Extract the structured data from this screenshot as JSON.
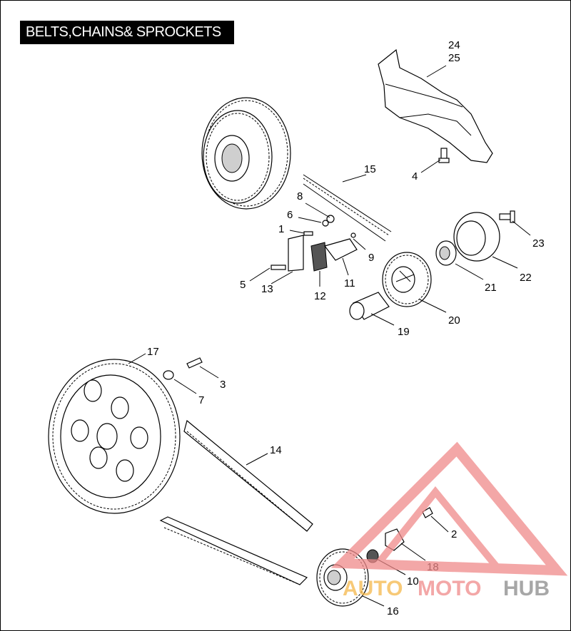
{
  "title": "BELTS,CHAINS& SPROCKETS",
  "callouts": [
    "24",
    "25",
    "15",
    "4",
    "8",
    "6",
    "1",
    "9",
    "5",
    "13",
    "12",
    "11",
    "23",
    "22",
    "21",
    "20",
    "19",
    "17",
    "3",
    "7",
    "14",
    "2",
    "18",
    "10",
    "16"
  ],
  "watermark": {
    "part1": "AUTO",
    "part2": "MOTO",
    "part3": "HUB"
  },
  "colors": {
    "watermark_red": "#f08a8a",
    "watermark_orange": "#f5b84a",
    "watermark_gray": "#8a8a8a"
  }
}
